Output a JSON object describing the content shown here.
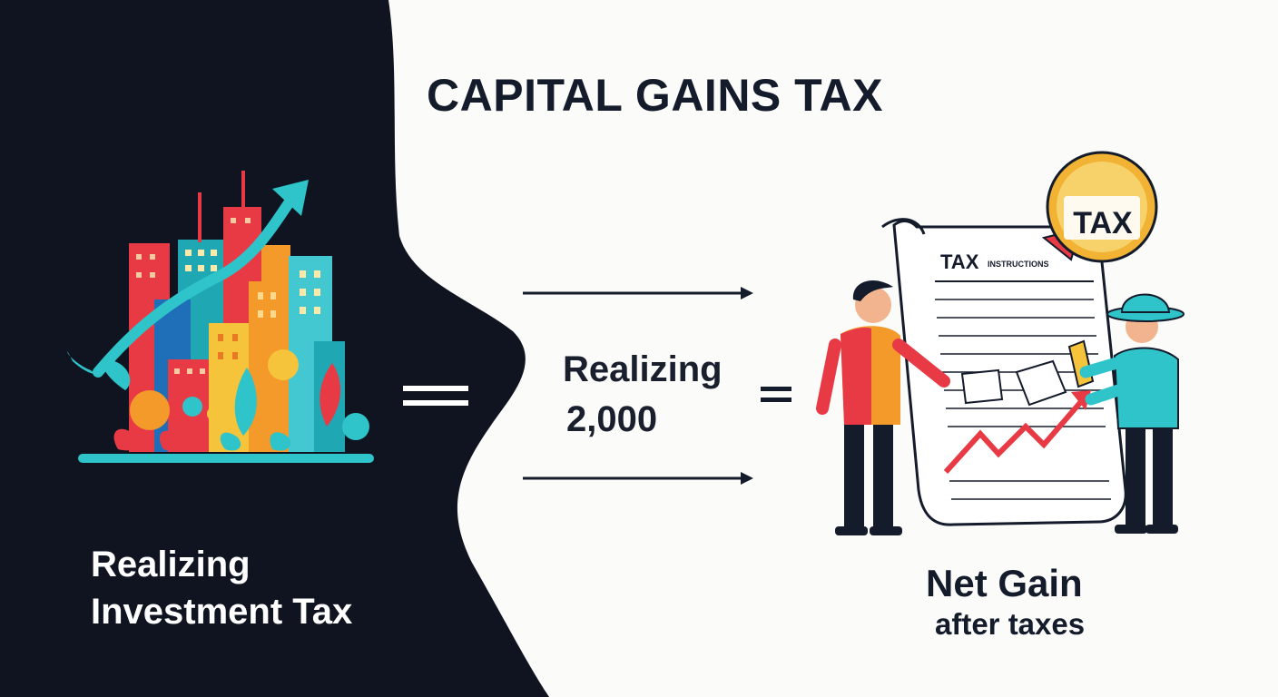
{
  "title": "CAPITAL GAINS TAX",
  "left_caption": {
    "line1": "Realizing",
    "line2": "Investment Tax"
  },
  "middle_text": {
    "line1": "Realizing",
    "line2": "2,000"
  },
  "right_caption": {
    "line1": "Net Gain",
    "line2": "after taxes"
  },
  "illustration": {
    "badge_text": "TAX",
    "document_heading": "TAX",
    "document_subheading": "INSTRUCTIONS"
  },
  "colors": {
    "dark_panel": "#0f1420",
    "teal": "#2ec4c9",
    "red": "#e83a45",
    "orange": "#f39a2b",
    "yellow": "#f6c43a",
    "coin": "#f2b233"
  }
}
